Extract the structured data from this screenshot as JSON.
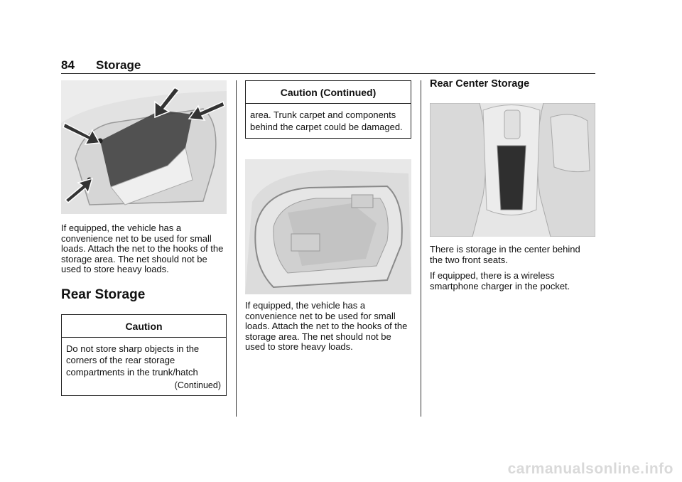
{
  "header": {
    "page_number": "84",
    "section": "Storage"
  },
  "col1": {
    "para": "If equipped, the vehicle has a convenience net to be used for small loads. Attach the net to the hooks of the storage area. The net should not be used to store heavy loads.",
    "section_title": "Rear Storage",
    "caution_title": "Caution",
    "caution_text": "Do not store sharp objects in the corners of the rear storage compartments in the trunk/hatch",
    "continued": "(Continued)"
  },
  "col2": {
    "caution_title": "Caution  (Continued)",
    "caution_text": "area. Trunk carpet and components behind the carpet could be damaged.",
    "para": "If equipped, the vehicle has a convenience net to be used for small loads. Attach the net to the hooks of the storage area. The net should not be used to store heavy loads."
  },
  "col3": {
    "subtitle": "Rear Center Storage",
    "para1": "There is storage in the center behind the two front seats.",
    "para2": "If equipped, there is a wireless smartphone charger in the pocket."
  },
  "watermark": "carmanualsonline.info"
}
